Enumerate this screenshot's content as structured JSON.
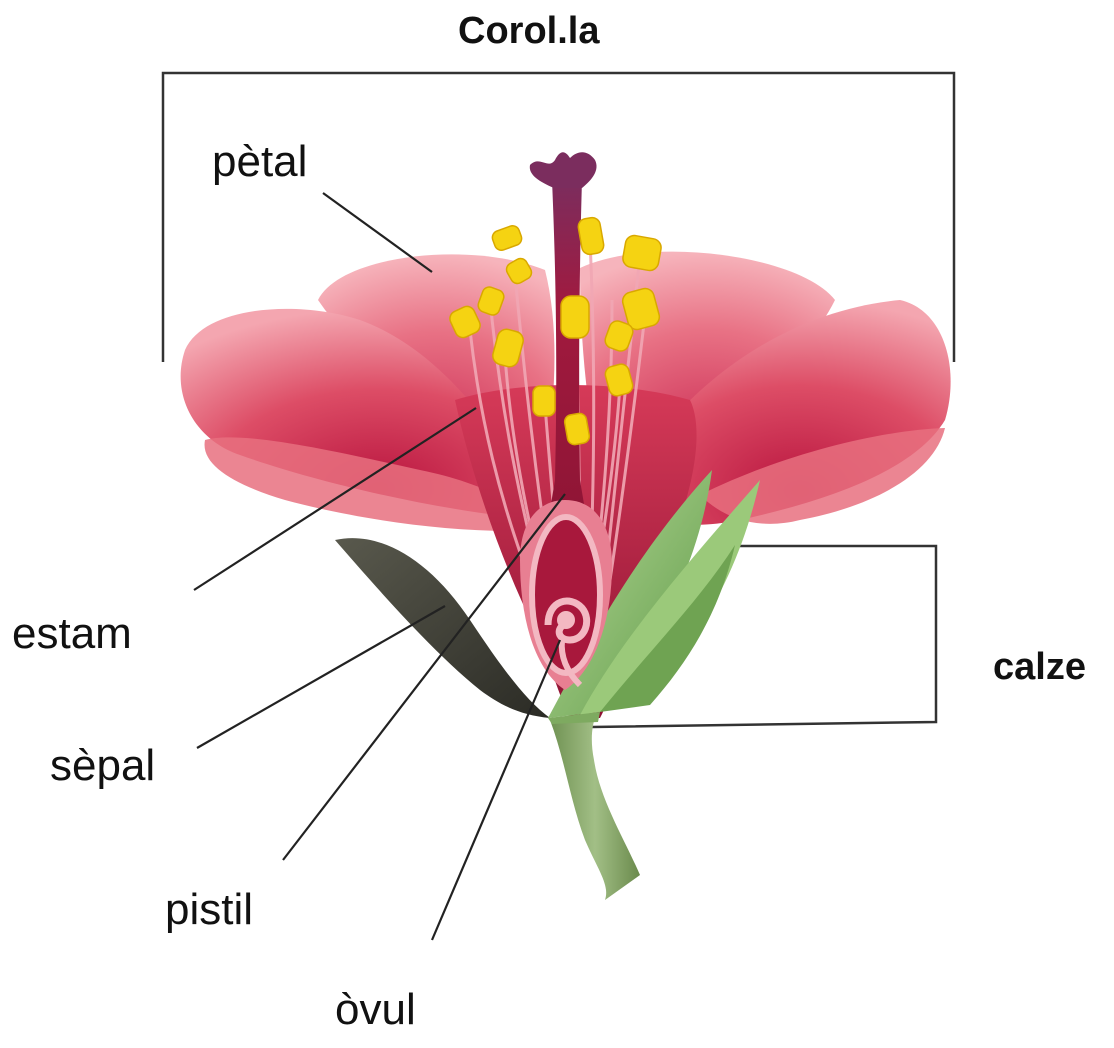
{
  "labels": {
    "corolla": "Corol.la",
    "petal": "pètal",
    "stamen": "estam",
    "sepal": "sèpal",
    "pistil": "pistil",
    "ovule": "òvul",
    "calyx": "calze"
  },
  "colors": {
    "petal_light": "#f39aa6",
    "petal_dark": "#c41e45",
    "anther": "#f5d312",
    "pistil": "#a01c3a",
    "stigma": "#7b2d5e",
    "sepal_dark": "#3d3d35",
    "sepal_green": "#8cbf6a",
    "stem": "#86a868",
    "line": "#222222"
  }
}
